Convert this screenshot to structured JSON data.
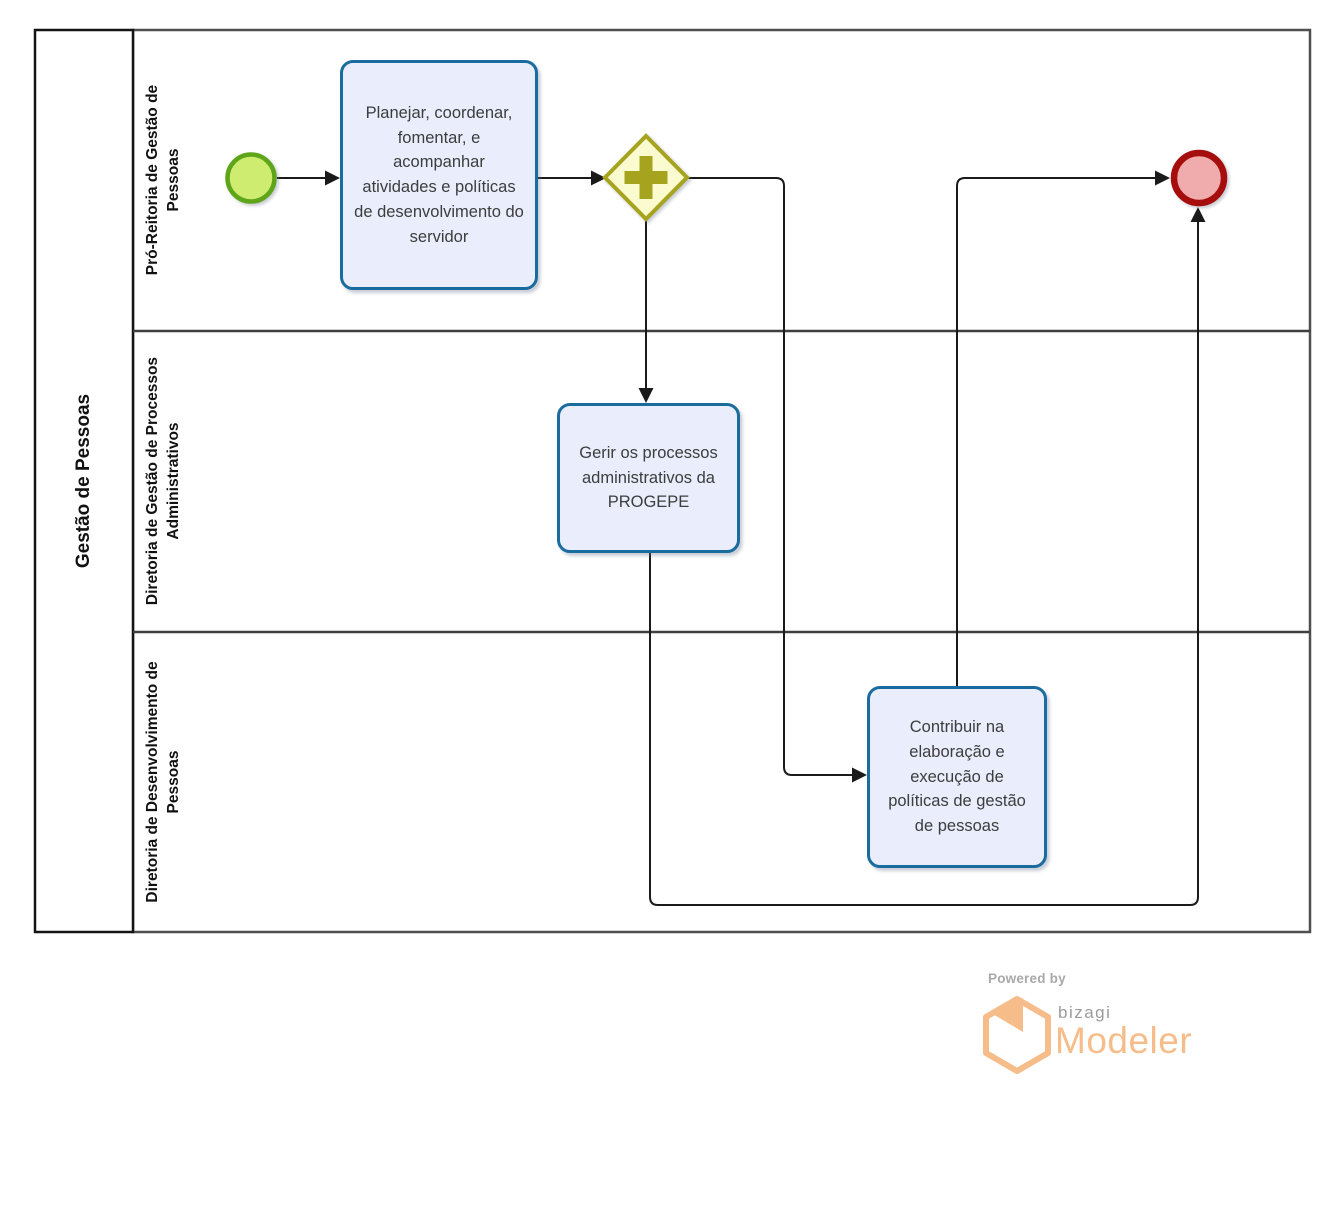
{
  "pool": {
    "title": "Gestão de Pessoas",
    "lanes": [
      {
        "label": "Pró-Reitoria de Gestão de Pessoas"
      },
      {
        "label": "Diretoria de Gestão de Processos Administrativos"
      },
      {
        "label": "Diretoria de Desenvolvimento de Pessoas"
      }
    ]
  },
  "tasks": [
    {
      "id": "planejar",
      "label": "Planejar, coordenar, fomentar, e acompanhar atividades e políticas de desenvolvimento do servidor"
    },
    {
      "id": "gerir",
      "label": "Gerir os processos administrativos da PROGEPE"
    },
    {
      "id": "contribuir",
      "label": "Contribuir na elaboração e execução de políticas de gestão de pessoas"
    }
  ],
  "events": {
    "start": {
      "type": "start-event"
    },
    "end": {
      "type": "end-event"
    }
  },
  "gateway": {
    "type": "parallel-gateway"
  },
  "footer": {
    "powered_by": "Powered by",
    "brand": "bizagi",
    "product": "Modeler"
  },
  "colors": {
    "task_fill": "#e9edfc",
    "task_border": "#1b6c9e",
    "start_fill": "#cdec70",
    "start_border": "#5fa519",
    "end_fill": "#f0acac",
    "end_border": "#a60d0d",
    "gateway_fill": "#fbfbd0",
    "gateway_border": "#a6a41f",
    "flow_line": "#1a1a1a",
    "lane_border": "#4f4f4f",
    "pool_border": "#141414",
    "brand_orange": "#f6bd8a",
    "brand_gray": "#9b9b9b"
  }
}
